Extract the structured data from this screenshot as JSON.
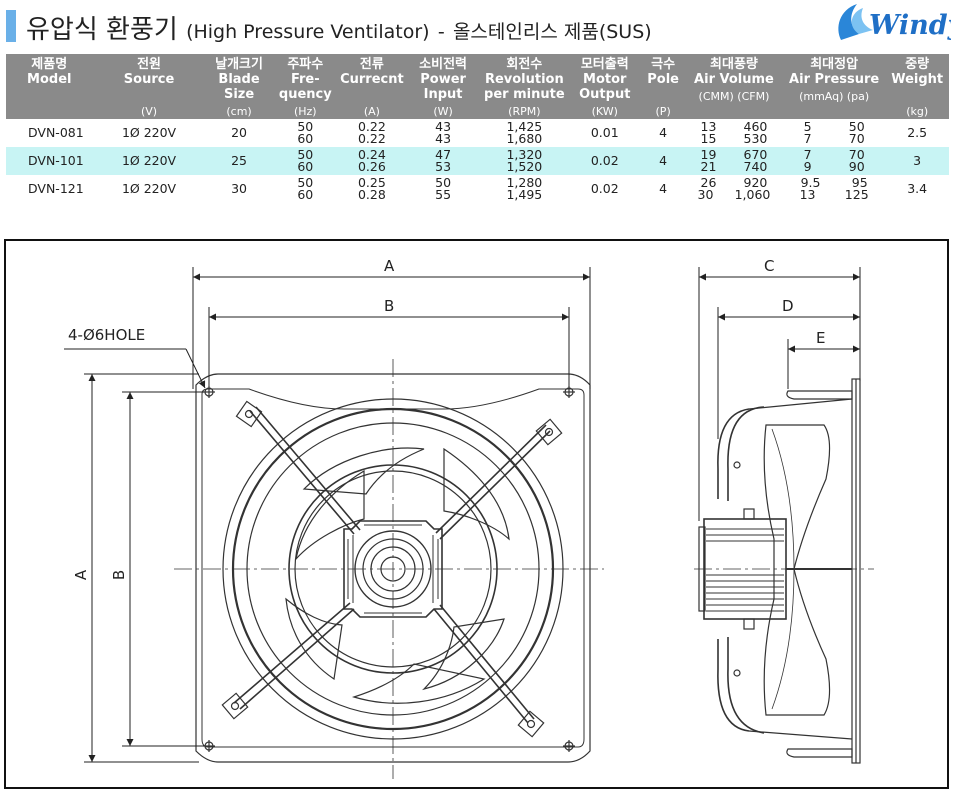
{
  "header": {
    "title_main": "유압식 환풍기",
    "title_en": "(High Pressure Ventilator)",
    "title_sep": "-",
    "title_suffix": "올스테인리스 제품(SUS)",
    "logo_text": "Windy",
    "accent_color": "#6ab0e8",
    "logo_color": "#1f6fc6"
  },
  "table": {
    "columns": [
      {
        "ko": "제품명",
        "en": "Model",
        "unit": ""
      },
      {
        "ko": "전원",
        "en": "Source",
        "unit": "(V)"
      },
      {
        "ko": "날개크기",
        "en": "Blade Size",
        "unit": "(cm)"
      },
      {
        "ko": "주파수",
        "en": "Fre- quency",
        "unit": "(Hz)"
      },
      {
        "ko": "전류",
        "en": "Currecnt",
        "unit": "(A)"
      },
      {
        "ko": "소비전력",
        "en": "Power Input",
        "unit": "(W)"
      },
      {
        "ko": "회전수",
        "en": "Revolution per minute",
        "unit": "(RPM)"
      },
      {
        "ko": "모터출력",
        "en": "Motor Output",
        "unit": "(KW)"
      },
      {
        "ko": "극수",
        "en": "Pole",
        "unit": "(P)"
      },
      {
        "ko": "최대풍량",
        "en": "Air Volume",
        "unit": "(CMM)  (CFM)"
      },
      {
        "ko": "최대정압",
        "en": "Air Pressure",
        "unit": "(mmAq)    (pa)"
      },
      {
        "ko": "중량",
        "en": "Weight",
        "unit": "(kg)"
      }
    ],
    "header_color": "#8a8a8a",
    "highlight_color": "#c8f4f4",
    "rows": [
      {
        "model": "DVN-081",
        "source": "1Ø 220V",
        "blade": "20",
        "hz": [
          "50",
          "60"
        ],
        "amp": [
          "0.22",
          "0.22"
        ],
        "watt": [
          "43",
          "43"
        ],
        "rpm": [
          "1,425",
          "1,680"
        ],
        "kw": "0.01",
        "pole": "4",
        "cmm": [
          "13",
          "15"
        ],
        "cfm": [
          "460",
          "530"
        ],
        "mmaq": [
          "5",
          "7"
        ],
        "pa": [
          "50",
          "70"
        ],
        "kg": "2.5"
      },
      {
        "model": "DVN-101",
        "source": "1Ø 220V",
        "blade": "25",
        "hz": [
          "50",
          "60"
        ],
        "amp": [
          "0.24",
          "0.26"
        ],
        "watt": [
          "47",
          "53"
        ],
        "rpm": [
          "1,320",
          "1,520"
        ],
        "kw": "0.02",
        "pole": "4",
        "cmm": [
          "19",
          "21"
        ],
        "cfm": [
          "670",
          "740"
        ],
        "mmaq": [
          "7",
          "9"
        ],
        "pa": [
          "70",
          "90"
        ],
        "kg": "3"
      },
      {
        "model": "DVN-121",
        "source": "1Ø 220V",
        "blade": "30",
        "hz": [
          "50",
          "60"
        ],
        "amp": [
          "0.25",
          "0.28"
        ],
        "watt": [
          "50",
          "55"
        ],
        "rpm": [
          "1,280",
          "1,495"
        ],
        "kw": "0.02",
        "pole": "4",
        "cmm": [
          "26",
          "30"
        ],
        "cfm": [
          "920",
          "1,060"
        ],
        "mmaq": [
          "9.5",
          "13"
        ],
        "pa": [
          "95",
          "125"
        ],
        "kg": "3.4"
      }
    ]
  },
  "drawing": {
    "hole_label": "4-Ø6HOLE",
    "dim_A": "A",
    "dim_B": "B",
    "dim_C": "C",
    "dim_D": "D",
    "dim_E": "E"
  }
}
